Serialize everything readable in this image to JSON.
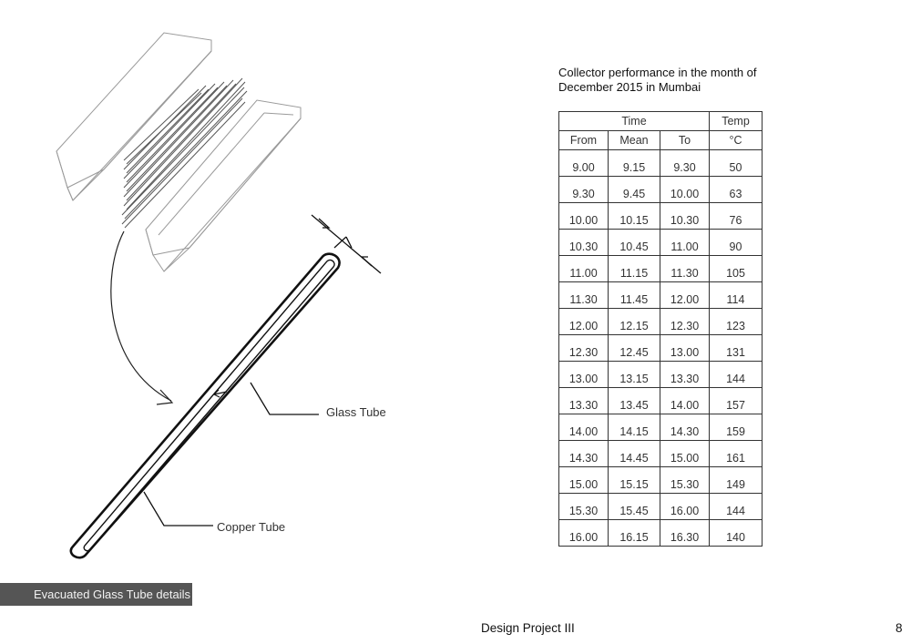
{
  "figure": {
    "glass_tube_label": "Glass Tube",
    "copper_tube_label": "Copper Tube",
    "caption": "Evacuated Glass Tube details"
  },
  "table": {
    "title": "Collector performance in the month of December 2015 in Mumbai",
    "group_headers": {
      "time": "Time",
      "temp": "Temp"
    },
    "sub_headers": {
      "from": "From",
      "mean": "Mean",
      "to": "To",
      "unit": "°C"
    },
    "rows": [
      {
        "from": "9.00",
        "mean": "9.15",
        "to": "9.30",
        "temp": "50"
      },
      {
        "from": "9.30",
        "mean": "9.45",
        "to": "10.00",
        "temp": "63"
      },
      {
        "from": "10.00",
        "mean": "10.15",
        "to": "10.30",
        "temp": "76"
      },
      {
        "from": "10.30",
        "mean": "10.45",
        "to": "11.00",
        "temp": "90"
      },
      {
        "from": "11.00",
        "mean": "11.15",
        "to": "11.30",
        "temp": "105"
      },
      {
        "from": "11.30",
        "mean": "11.45",
        "to": "12.00",
        "temp": "114"
      },
      {
        "from": "12.00",
        "mean": "12.15",
        "to": "12.30",
        "temp": "123"
      },
      {
        "from": "12.30",
        "mean": "12.45",
        "to": "13.00",
        "temp": "131"
      },
      {
        "from": "13.00",
        "mean": "13.15",
        "to": "13.30",
        "temp": "144"
      },
      {
        "from": "13.30",
        "mean": "13.45",
        "to": "14.00",
        "temp": "157"
      },
      {
        "from": "14.00",
        "mean": "14.15",
        "to": "14.30",
        "temp": "159"
      },
      {
        "from": "14.30",
        "mean": "14.45",
        "to": "15.00",
        "temp": "161"
      },
      {
        "from": "15.00",
        "mean": "15.15",
        "to": "15.30",
        "temp": "149"
      },
      {
        "from": "15.30",
        "mean": "15.45",
        "to": "16.00",
        "temp": "144"
      },
      {
        "from": "16.00",
        "mean": "16.15",
        "to": "16.30",
        "temp": "140"
      }
    ]
  },
  "footer": {
    "title": "Design Project III",
    "page_number": "8"
  }
}
